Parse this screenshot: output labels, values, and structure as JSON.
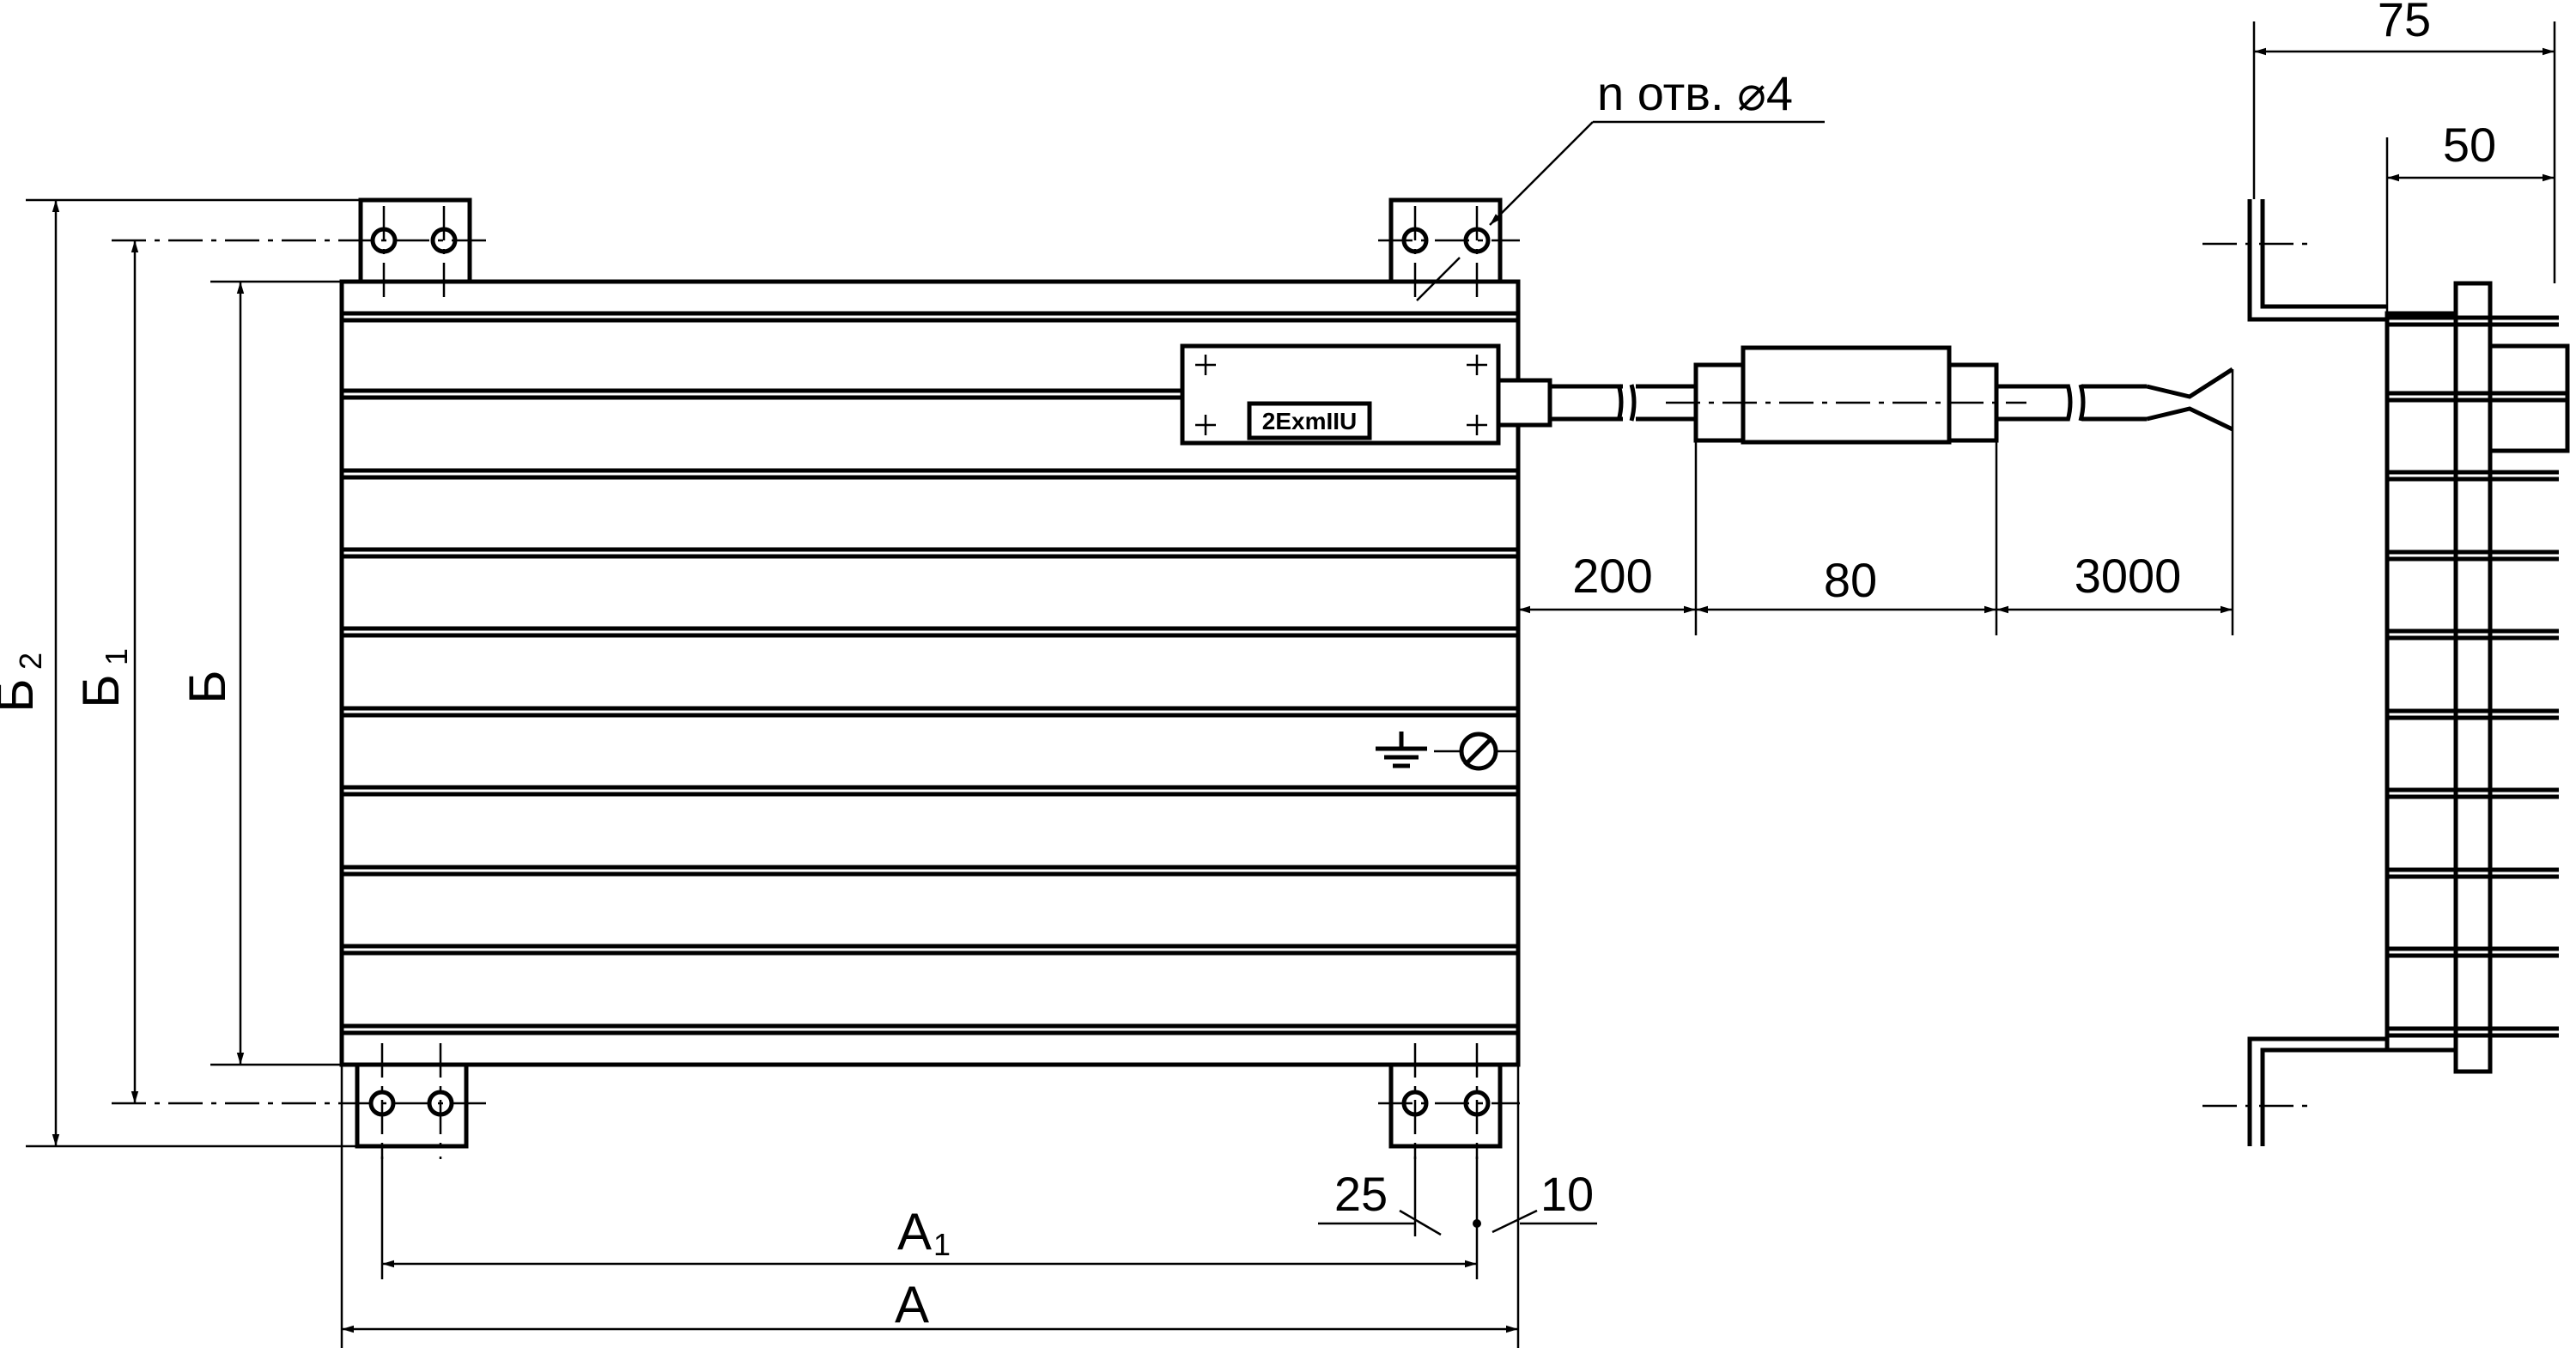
{
  "labels": {
    "holes_text": "n отв. ⌀4",
    "marking": "2ExmIIU",
    "dim_75": "75",
    "dim_50": "50",
    "dim_200": "200",
    "dim_80": "80",
    "dim_3000": "3000",
    "dim_25": "25",
    "dim_10": "10",
    "dim_A": "A",
    "dim_A1_main": "A",
    "dim_A1_sub": "1",
    "dim_B": "Б",
    "dim_B1_main": "Б",
    "dim_B1_sub": "1",
    "dim_B2_main": "Б",
    "dim_B2_sub": "2"
  },
  "symbols": {
    "ground": "ground-symbol",
    "ground_screw": "ground-screw-symbol"
  }
}
